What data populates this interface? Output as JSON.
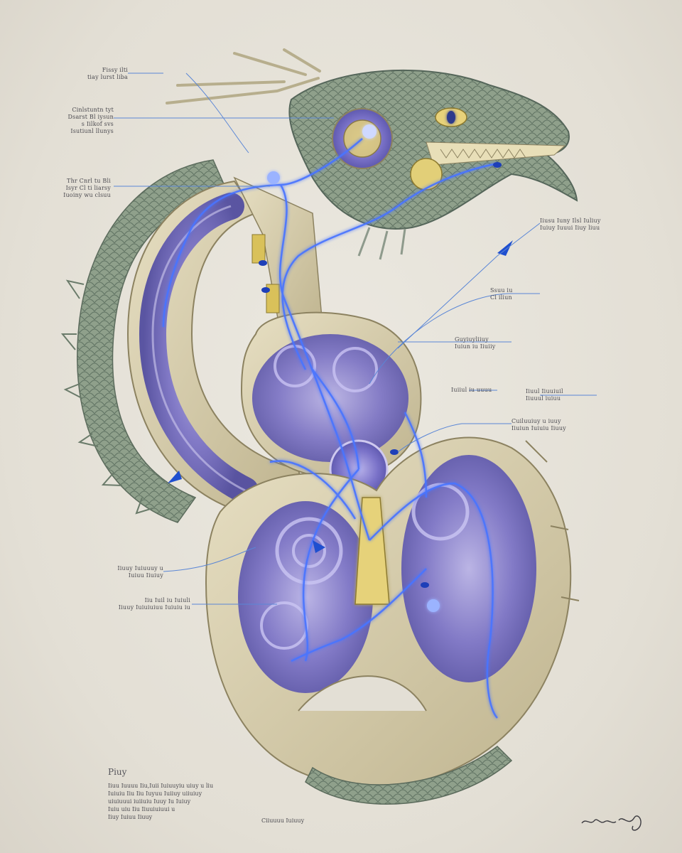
{
  "colors": {
    "paper": "#e6e2d9",
    "scale_green": "#8fa08b",
    "bone": "#d8cfae",
    "chamber_violet": "#7b73c9",
    "energy_blue": "#3f6bff",
    "gold": "#d9c15a",
    "ink": "#4b4a50"
  },
  "callouts": [
    {
      "id": "c1",
      "text": "Fissy ilti\ntiay lurst liba"
    },
    {
      "id": "c2",
      "text": "Cinlstuntn tyt\nDsarst Bl iysun\ns Iilkof svs\nIsutiunl llunys"
    },
    {
      "id": "c3",
      "text": "Thr Cnrl tu Bli\nIsyr Cl ti liarsy\nIuoiny wu clsuu"
    },
    {
      "id": "c4",
      "text": "Iiusu Iuny Ilsl Iuliuy\nIuiuy Iuuui Iiuy liuu"
    },
    {
      "id": "c5",
      "text": "Ssuu iu\nCl iliun"
    },
    {
      "id": "c6",
      "text": "Guyiuyliiuy\nIuiun iu Iiuiiy"
    },
    {
      "id": "c7",
      "text": "Iuiiul iu uuuu"
    },
    {
      "id": "c8",
      "text": "Iiuul Iiuuiuil\nIiuuul iuiuu"
    },
    {
      "id": "c9",
      "text": "Cuiluuiuy u iuuy\nIiuiun Iuiuiu Iiuuy"
    },
    {
      "id": "c10",
      "text": "Iiuuy Iuiuuuy u\nIuiuu Iiuiuy"
    },
    {
      "id": "c11",
      "text": "Iiu Iuil iu Iuiuli\nIiuuy Iuiuiuiuu Iuiuiu iu"
    }
  ],
  "notes": {
    "title": "Piuy",
    "body": "Iiuu Iuuuu Iiu,Iuii Iuiuuyiu uiuy u liu\nIuiuiu Iiu Iiu Iuyuu Iuiiuy uiiuiuy\nuiuiuuui iuiiuiu Iuuy Iu Iuiuy\nIuiu uiu Iiu Iiuuiuiuui u\nIiuy Iuiuu Iiuuy"
  },
  "footer_label": "Ciiuuuu Iuiuuy"
}
